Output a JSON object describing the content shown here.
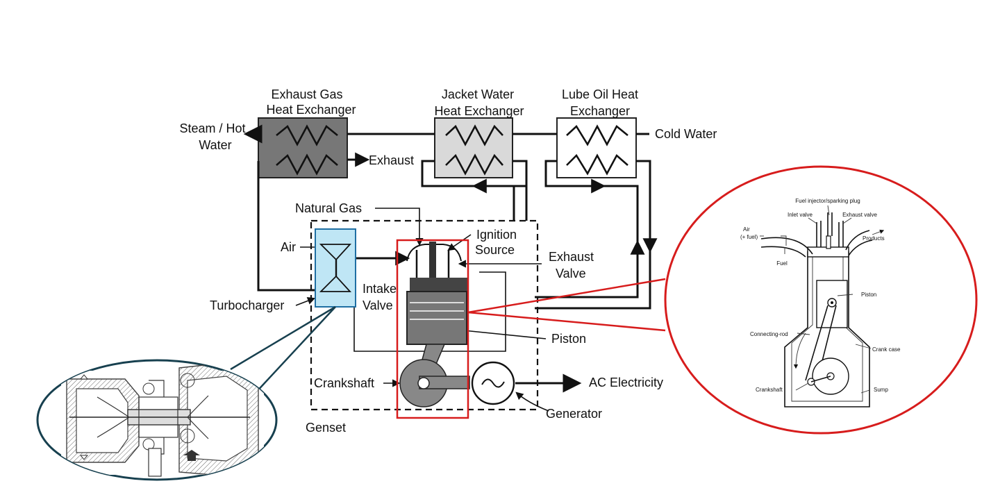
{
  "diagram": {
    "heat_exchangers": {
      "exhaust_gas": [
        "Exhaust Gas",
        "Heat Exchanger"
      ],
      "jacket_water": [
        "Jacket Water",
        "Heat Exchanger"
      ],
      "lube_oil": [
        "Lube Oil Heat",
        "Exchanger"
      ]
    },
    "labels": {
      "steam_hot_water": [
        "Steam / Hot",
        "Water"
      ],
      "cold_water": "Cold Water",
      "exhaust": "Exhaust",
      "natural_gas": "Natural Gas",
      "ignition_source": [
        "Ignition",
        "Source"
      ],
      "air": "Air",
      "exhaust_valve": [
        "Exhaust",
        "Valve"
      ],
      "intake_valve": [
        "Intake",
        "Valve"
      ],
      "turbocharger": "Turbocharger",
      "piston": "Piston",
      "crankshaft": "Crankshaft",
      "ac_electricity": "AC Electricity",
      "generator": "Generator",
      "genset": "Genset"
    },
    "engine_detail": {
      "fuel_injector": "Fuel injector/sparking plug",
      "inlet_valve": "Inlet valve",
      "exhaust_valve": "Exhaust valve",
      "air_fuel": [
        "Air",
        "(+ fuel)"
      ],
      "fuel": "Fuel",
      "products": "Products",
      "piston": "Piston",
      "connecting_rod": "Connecting-rod",
      "crank_case": "Crank case",
      "crankshaft": "Crankshaft",
      "sump": "Sump"
    }
  },
  "colors": {
    "exhaust_hx_fill": "#777777",
    "jacket_hx_fill": "#d9d9d9",
    "turbo_highlight": "#bfe6f5",
    "turbo_border": "#1f6fa3",
    "engine_highlight": "#d71c1c",
    "turbo_callout": "#17404f"
  }
}
